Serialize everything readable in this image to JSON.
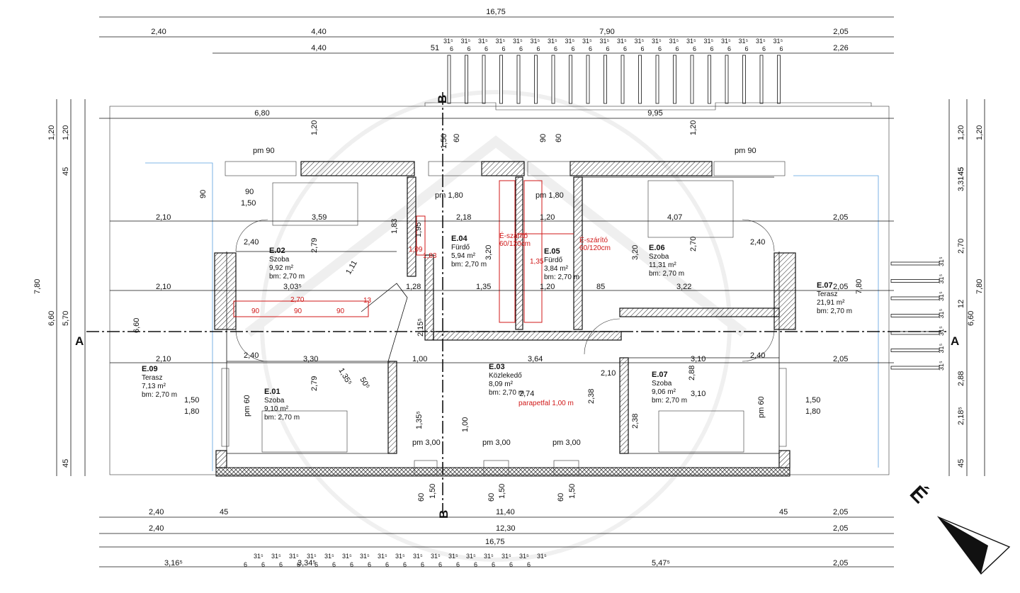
{
  "compass": {
    "label": "É"
  },
  "section_marks": {
    "a_left": "A",
    "a_right": "A",
    "b_top": "B",
    "b_bottom": "B"
  },
  "rooms": [
    {
      "id": "E.01",
      "name": "Szoba",
      "area": "9,10 m²",
      "height": "bm: 2,70 m"
    },
    {
      "id": "E.02",
      "name": "Szoba",
      "area": "9,92 m²",
      "height": "bm: 2,70 m"
    },
    {
      "id": "E.03",
      "name": "Közlekedő",
      "area": "8,09 m²",
      "height": "bm: 2,70 m"
    },
    {
      "id": "E.04",
      "name": "Fürdő",
      "area": "5,94 m²",
      "height": "bm: 2,70 m"
    },
    {
      "id": "E.05",
      "name": "Fürdő",
      "area": "3,84 m²",
      "height": "bm: 2,70 m"
    },
    {
      "id": "E.06",
      "name": "Szoba",
      "area": "11,31 m²",
      "height": "bm: 2,70 m"
    },
    {
      "id": "E.07",
      "name": "Szoba",
      "area": "9,06 m²",
      "height": "bm: 2,70 m"
    },
    {
      "id": "E.07",
      "name": "Terasz",
      "area": "21,91 m²",
      "height": "bm: 2,70 m"
    },
    {
      "id": "E.09",
      "name": "Terasz",
      "area": "7,13 m²",
      "height": "bm: 2,70 m"
    }
  ],
  "red_notes": {
    "dryer1": "É-szárító",
    "dryer1_size": "60/120cm",
    "dryer2": "É-szárító",
    "dryer2_size": "60/120cm",
    "parapet": "parapetfal 1,00 m",
    "d270": "2,70",
    "d90a": "90",
    "d90b": "90",
    "d90c": "90",
    "d183": "1,83",
    "d109": "1,09",
    "d135": "1,35",
    "d13": "13"
  },
  "top_dims": {
    "total": "16,75",
    "row2": [
      "2,40",
      "4,40",
      "7,90",
      "2,05"
    ],
    "row3": [
      "4,40",
      "51",
      "2,26"
    ],
    "slats_top": "31⁵",
    "slats_bottom": "6",
    "lower": [
      "6,80",
      "9,95"
    ]
  },
  "bottom_dims": {
    "row1": [
      "2,40",
      "45",
      "11,40",
      "45",
      "2,05"
    ],
    "row2": [
      "2,40",
      "12,30",
      "2,05"
    ],
    "row3": "16,75",
    "row4_left": "3,16⁵",
    "row4_right": "5,47⁵",
    "row4_end": "2,05",
    "row4_mid": "3,34⁵",
    "slats_top": "31⁵",
    "slats_bottom": "6"
  },
  "left_dims": [
    "1,20",
    "1,20",
    "45",
    "7,80",
    "6,60",
    "5,70",
    "45"
  ],
  "right_dims": [
    "1,20",
    "1,20",
    "45",
    "3,31",
    "2,70",
    "7,80",
    "6,60",
    "12",
    "2,88",
    "2,18⁵",
    "45",
    "45"
  ],
  "interior_dims": {
    "pm90_left": "pm 90",
    "pm90_right": "pm 90",
    "pm180_a": "pm 1,80",
    "pm180_b": "pm 1,80",
    "pm300_a": "pm 3,00",
    "pm300_b": "pm 3,00",
    "pm300_c": "pm 3,00",
    "pm60_left": "pm 60",
    "pm60_right": "pm 60",
    "w210a": "2,10",
    "w359": "3,59",
    "w218": "2,18",
    "w120a": "1,20",
    "w407": "4,07",
    "w205a": "2,05",
    "w210b": "2,10",
    "w3035": "3,03⁵",
    "w128": "1,28",
    "w135": "1,35",
    "w120b": "1,20",
    "w85": "85",
    "w322": "3,22",
    "w205b": "2,05",
    "w210c": "2,10",
    "w330": "3,30",
    "w100": "1,00",
    "w364": "3,64",
    "w310a": "3,10",
    "w205c": "2,05",
    "w274": "2,74",
    "w310b": "3,10",
    "w150a": "1,50",
    "w180a": "1,80",
    "w150b": "1,50",
    "w180b": "1,80",
    "h279a": "2,79",
    "h279b": "2,79",
    "h270": "2,70",
    "h320a": "3,20",
    "h320b": "3,20",
    "h288": "2,88",
    "h238a": "2,38",
    "h238b": "2,38",
    "h183": "1,83",
    "h195": "1,95",
    "h150": "1,50",
    "h100": "1,00",
    "h1355": "1,35⁵",
    "h215": "2,15⁵",
    "h120a": "1,20",
    "h120b": "1,20",
    "d240a": "2,40",
    "d240b": "2,40",
    "d240c": "2,40",
    "d240d": "2,40",
    "d90": "90",
    "d150": "1,50",
    "d2": "2,10",
    "v60a": "60",
    "v60b": "60",
    "v60c": "60",
    "v150a": "1,50",
    "v150b": "1,50",
    "v150c": "1,50",
    "v90a": "90",
    "v60d": "60",
    "v90b": "90",
    "v60e": "60",
    "d111": "1,11",
    "d1355": "1,35⁵",
    "d505": "50⁵"
  }
}
